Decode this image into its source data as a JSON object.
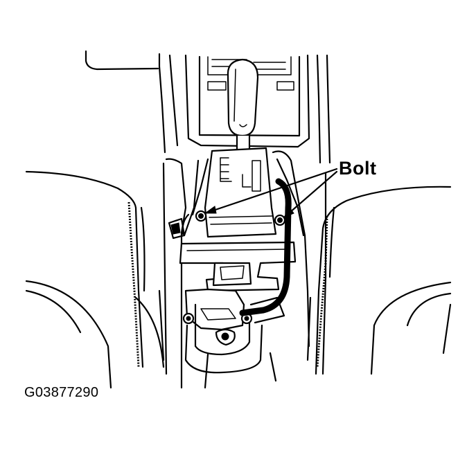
{
  "diagram": {
    "callouts": [
      {
        "id": "bolt",
        "label": "Bolt"
      }
    ],
    "figure_id": "G03877290"
  }
}
